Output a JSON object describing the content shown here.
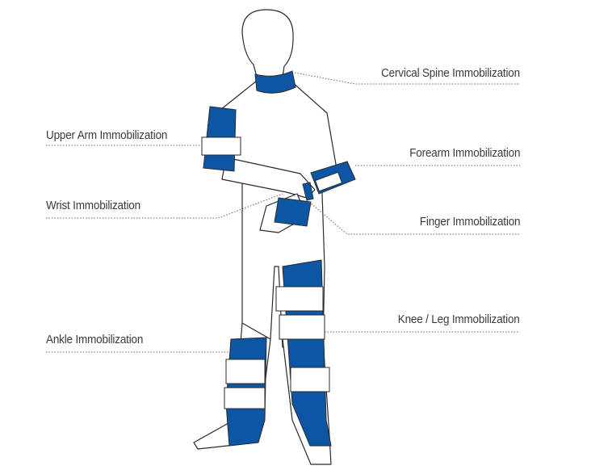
{
  "labels": {
    "cervical": "Cervical Spine Immobilization",
    "upper_arm": "Upper Arm Immobilization",
    "forearm": "Forearm Immobilization",
    "wrist": "Wrist Immobilization",
    "finger": "Finger Immobilization",
    "knee_leg": "Knee / Leg Immobilization",
    "ankle": "Ankle Immobilization"
  },
  "colors": {
    "brace": "#0d56a6",
    "outline": "#2a2a2a",
    "text": "#3a3a3a"
  }
}
